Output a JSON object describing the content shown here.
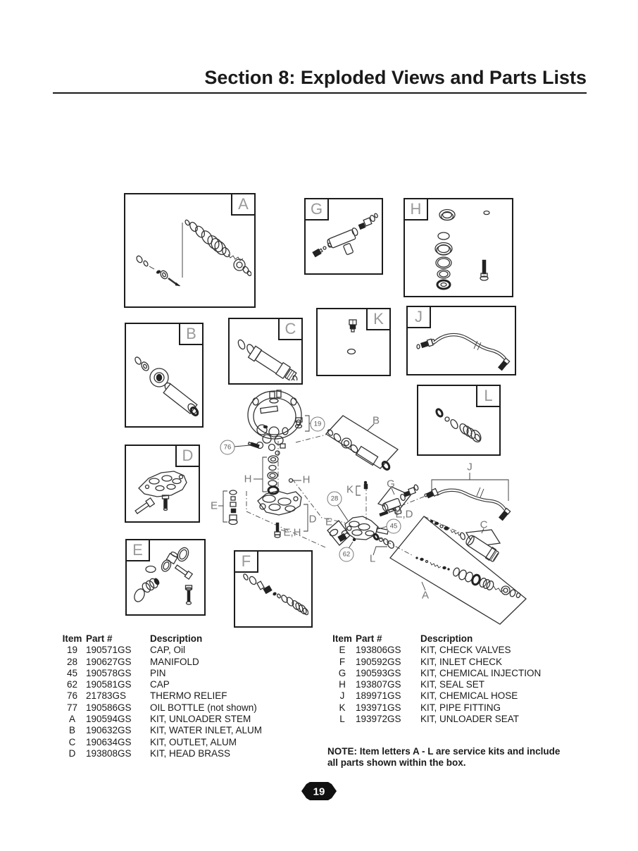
{
  "header": {
    "title": "Section 8: Exploded Views and Parts Lists"
  },
  "kit_box_labels": {
    "A": "A",
    "B": "B",
    "C": "C",
    "D": "D",
    "E": "E",
    "F": "F",
    "G": "G",
    "H": "H",
    "J": "J",
    "K": "K",
    "L": "L"
  },
  "callouts": [
    {
      "text": "76",
      "circled": true
    },
    {
      "text": "19",
      "circled": true
    },
    {
      "text": "B",
      "circled": false
    },
    {
      "text": "H",
      "circled": false
    },
    {
      "text": "H",
      "circled": false
    },
    {
      "text": "E",
      "circled": false
    },
    {
      "text": "D",
      "circled": false
    },
    {
      "text": "E,H",
      "circled": false
    },
    {
      "text": "K",
      "circled": false
    },
    {
      "text": "G",
      "circled": false
    },
    {
      "text": "E,D",
      "circled": false
    },
    {
      "text": "28",
      "circled": true
    },
    {
      "text": "45",
      "circled": true
    },
    {
      "text": "E",
      "circled": false
    },
    {
      "text": "62",
      "circled": true
    },
    {
      "text": "L",
      "circled": false
    },
    {
      "text": "J",
      "circled": false
    },
    {
      "text": "C",
      "circled": false
    },
    {
      "text": "A",
      "circled": false
    }
  ],
  "parts_list_left": {
    "headers": [
      "Item",
      "Part #",
      "Description"
    ],
    "rows": [
      [
        "19",
        "190571GS",
        "CAP, Oil"
      ],
      [
        "28",
        "190627GS",
        "MANIFOLD"
      ],
      [
        "45",
        "190578GS",
        "PIN"
      ],
      [
        "62",
        "190581GS",
        "CAP"
      ],
      [
        "76",
        "21783GS",
        "THERMO RELIEF"
      ],
      [
        "77",
        "190586GS",
        "OIL BOTTLE (not shown)"
      ],
      [
        "A",
        "190594GS",
        "KIT, UNLOADER STEM"
      ],
      [
        "B",
        "190632GS",
        "KIT, WATER INLET, ALUM"
      ],
      [
        "C",
        "190634GS",
        "KIT, OUTLET, ALUM"
      ],
      [
        "D",
        "193808GS",
        "KIT, HEAD BRASS"
      ]
    ]
  },
  "parts_list_right": {
    "headers": [
      "Item",
      "Part #",
      "Description"
    ],
    "rows": [
      [
        "E",
        "193806GS",
        "KIT, CHECK VALVES"
      ],
      [
        "F",
        "190592GS",
        "KIT, INLET CHECK"
      ],
      [
        "G",
        "190593GS",
        "KIT, CHEMICAL INJECTION"
      ],
      [
        "H",
        "193807GS",
        "KIT, SEAL SET"
      ],
      [
        "J",
        "189971GS",
        "KIT, CHEMICAL HOSE"
      ],
      [
        "K",
        "193971GS",
        "KIT, PIPE FITTING"
      ],
      [
        "L",
        "193972GS",
        "KIT, UNLOADER SEAT"
      ]
    ]
  },
  "note": {
    "label": "NOTE:",
    "body": "Item letters A - L are service kits and include all parts shown within the box."
  },
  "footer": {
    "page_number": "19"
  },
  "colors": {
    "ink": "#1a1a1a",
    "diagram_label_gray": "#9a9a9a",
    "badge_bg": "#111111",
    "badge_text": "#ffffff"
  }
}
